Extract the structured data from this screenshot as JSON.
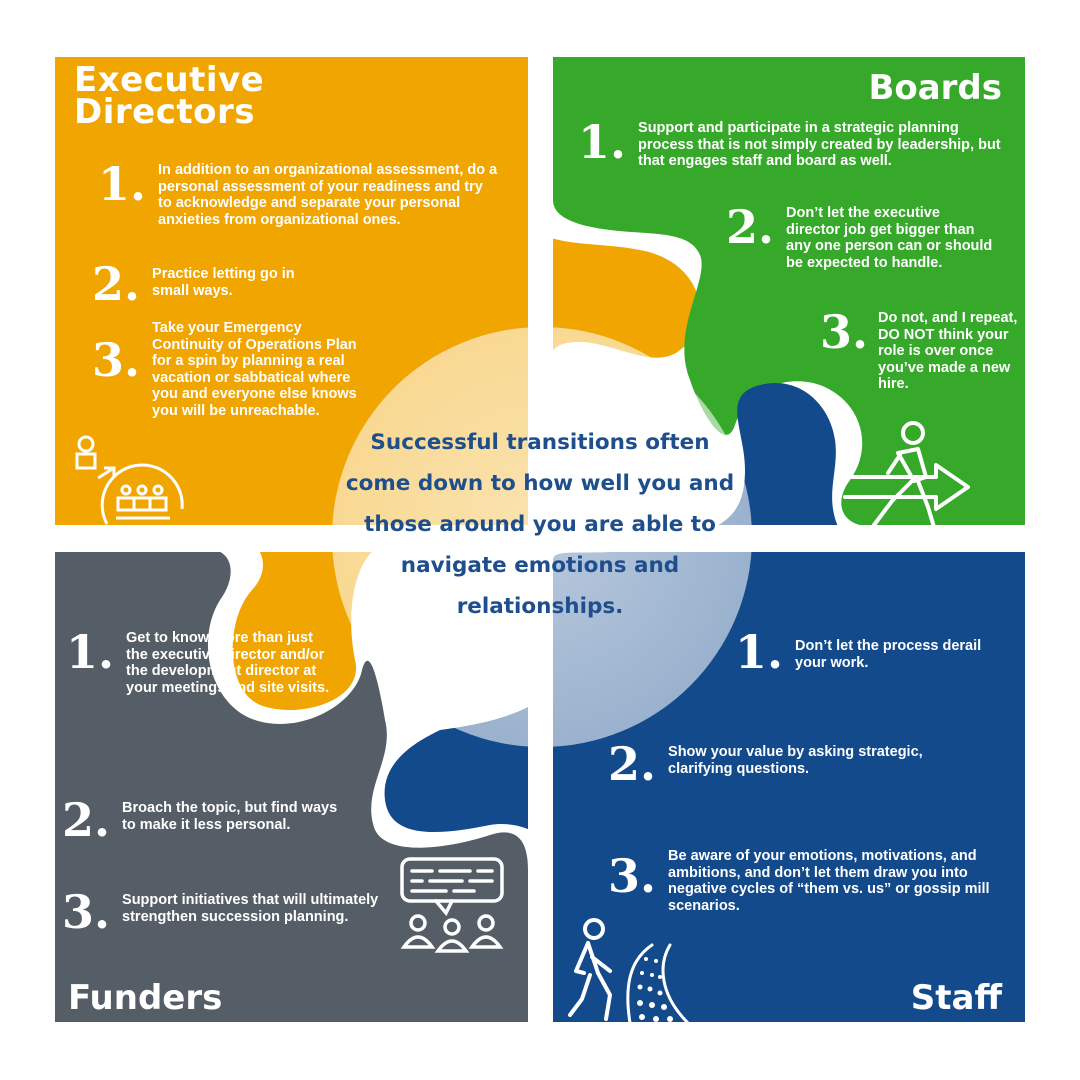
{
  "colors": {
    "executive": "#f0a500",
    "boards": "#36a82a",
    "funders": "#555e67",
    "staff": "#134a8c",
    "center_text": "#1f4e8c"
  },
  "center": {
    "message": "Successful transitions often come down to how well you and those around you are able to navigate emotions and relationships."
  },
  "executive": {
    "title_line1": "Executive",
    "title_line2": "Directors",
    "items": [
      {
        "num": "1.",
        "text": "In addition to an organizational assessment, do a personal assessment of your readiness and try to acknowledge and separate your personal anxieties from organizational ones."
      },
      {
        "num": "2.",
        "text": "Practice letting go in small ways."
      },
      {
        "num": "3.",
        "text": "Take your Emergency Continuity of Operations Plan for a spin by planning a real vacation or sabbatical where you and everyone else knows you will be unreachable."
      }
    ],
    "icon": "delegation-icon"
  },
  "boards": {
    "title": "Boards",
    "items": [
      {
        "num": "1.",
        "text": "Support and participate in a strategic planning process that is not simply created by leadership, but that engages staff and board as well."
      },
      {
        "num": "2.",
        "text": "Don’t let the executive director job get bigger than any one person can or should be expected to handle."
      },
      {
        "num": "3.",
        "text": "Do not, and I repeat, DO NOT think your role is over once you’ve made a new hire."
      }
    ],
    "icon": "person-arrow-icon"
  },
  "funders": {
    "title": "Funders",
    "items": [
      {
        "num": "1.",
        "text": "Get to know more than just the executive director and/or the development director at your meetings and site visits."
      },
      {
        "num": "2.",
        "text": "Broach the topic, but find ways to make it less personal."
      },
      {
        "num": "3.",
        "text": "Support initiatives that will ultimately strengthen succession planning."
      }
    ],
    "icon": "group-chat-icon"
  },
  "staff": {
    "title": "Staff",
    "items": [
      {
        "num": "1.",
        "text": "Don’t let the process derail your work."
      },
      {
        "num": "2.",
        "text": "Show your value by asking strategic, clarifying questions."
      },
      {
        "num": "3.",
        "text": "Be aware of your emotions, motivations, and ambitions, and don’t let them draw you into negative cycles of “them vs. us” or gossip mill scenarios."
      }
    ],
    "icon": "walking-path-icon"
  }
}
